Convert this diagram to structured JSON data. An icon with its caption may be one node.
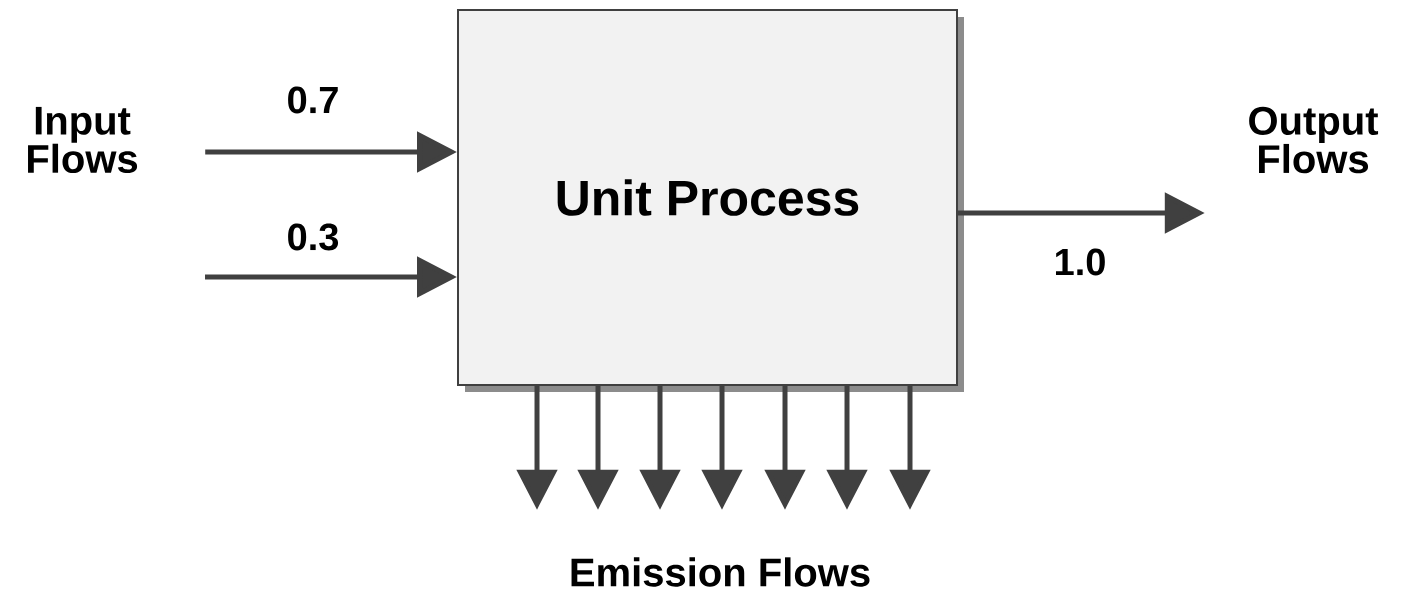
{
  "diagram": {
    "nodes": [
      {
        "text": [
          "Input Flows"
        ]
      },
      {
        "text": [
          "Unit Process"
        ]
      },
      {
        "text": [
          "Output Flows"
        ]
      },
      {
        "text": [
          "Emission Flows"
        ]
      }
    ],
    "edges": [
      {
        "from": 0,
        "to": 1,
        "arrow": "to",
        "label": "0.7"
      },
      {
        "from": null,
        "to": 1,
        "arrow": "to",
        "label": "0.3"
      },
      {
        "from": 1,
        "to": 2,
        "arrow": "to",
        "label": "1.0"
      },
      {
        "from": 1,
        "to": 3,
        "arrow": "to"
      },
      {
        "from": 1,
        "to": 3,
        "arrow": "to"
      },
      {
        "from": 1,
        "to": 3,
        "arrow": "to"
      },
      {
        "from": 1,
        "to": 3,
        "arrow": "to"
      },
      {
        "from": 1,
        "to": 3,
        "arrow": "to"
      },
      {
        "from": 1,
        "to": 3,
        "arrow": "to"
      },
      {
        "from": 1,
        "to": 3,
        "arrow": "to"
      }
    ]
  }
}
